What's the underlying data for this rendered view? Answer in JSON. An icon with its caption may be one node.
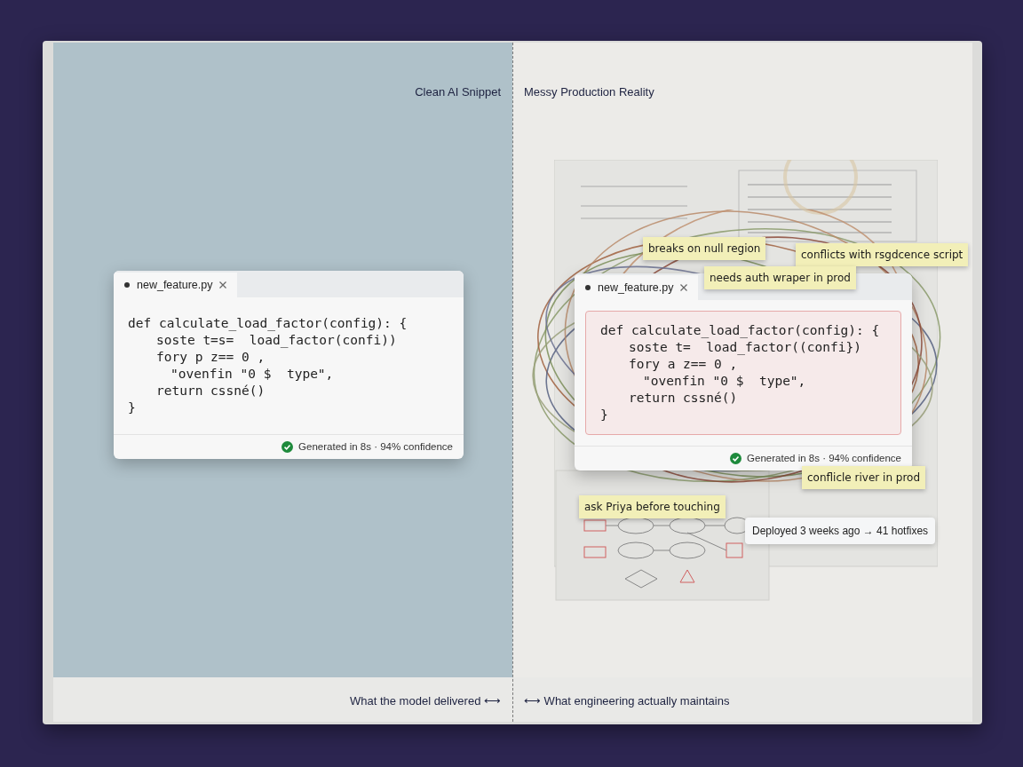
{
  "diagram": {
    "nodes": [
      {
        "text": [
          "new_feature.py",
          "def calculate_load_factor(config): {",
          "soste t=s=  load_factor(confi))",
          "fory p z== 0 ,",
          "\"ovenfin \"0 $  type\",",
          "return cssné()",
          "}",
          "Generated in 8s · 94% confidence"
        ]
      },
      {
        "text": [
          "new_feature.py",
          "def calculate_load_factor(config): {",
          "soste t=  load_factor((confi})",
          "fory a z== 0 ,",
          "\"ovenfin \"0 $  type\",",
          "return cssné()",
          "}",
          "Generated in 8s · 94% confidence"
        ]
      },
      {
        "text": [
          "breaks on null region"
        ]
      },
      {
        "text": [
          "conflicts with rsgdcence script"
        ]
      },
      {
        "text": [
          "needs auth wraper in prod"
        ]
      },
      {
        "text": [
          "conflicle river in prod"
        ]
      },
      {
        "text": [
          "ask Priya before touching"
        ]
      },
      {
        "text": [
          "Deployed 3 weeks ago → 41 hotfixes"
        ]
      }
    ],
    "labels": [
      "Clean AI Snippet",
      "Messy Production Reality",
      "What the model delivered ⟷",
      "⟷ What engineering actually maintains"
    ]
  }
}
